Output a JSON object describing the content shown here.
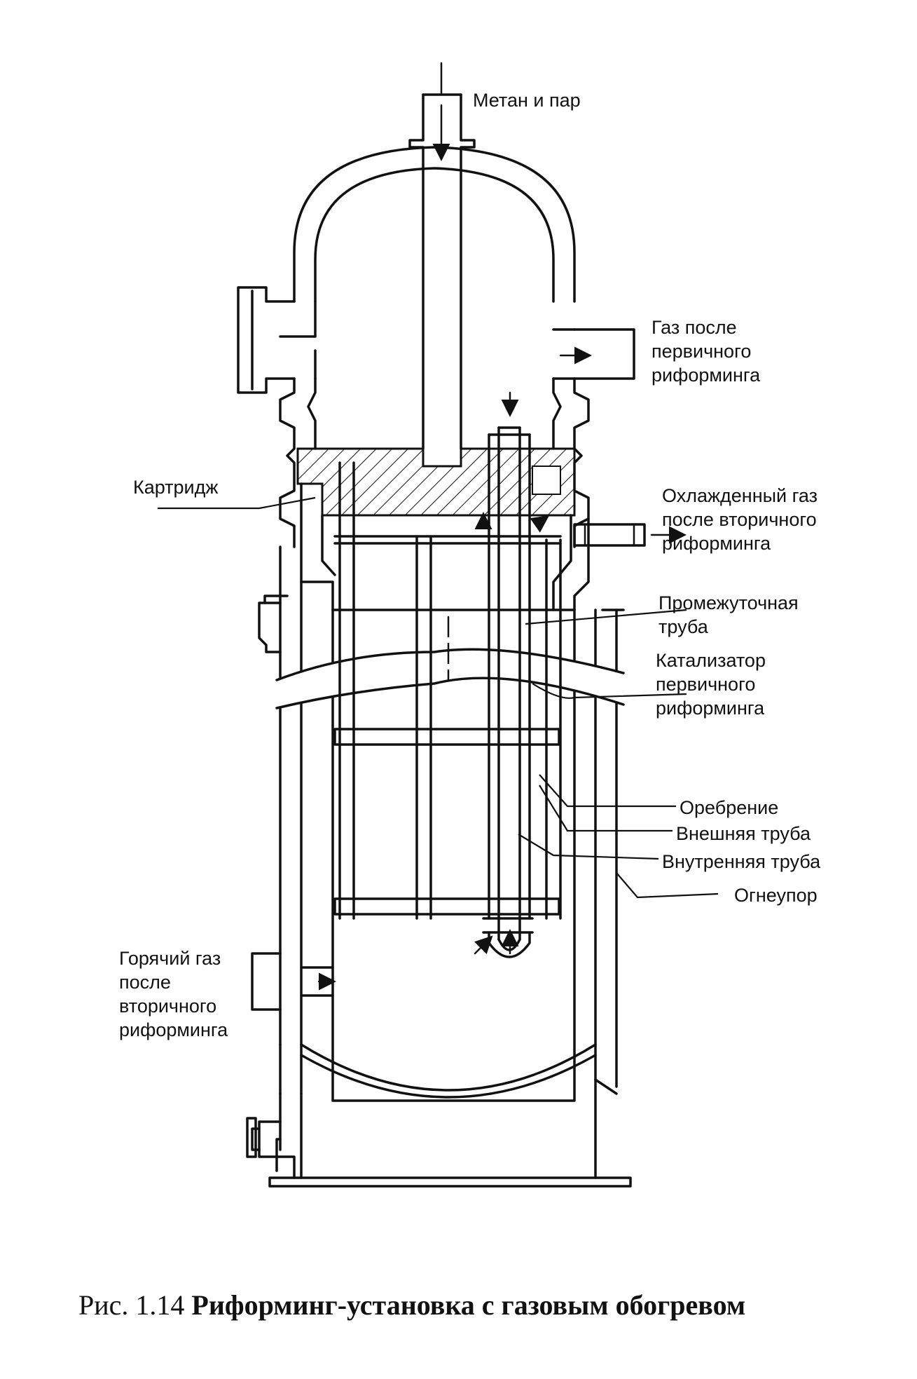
{
  "labels": {
    "methane_steam": "Метан и пар",
    "gas_after_primary": [
      "Газ после",
      "первичного",
      "риформинга"
    ],
    "cartridge": "Картридж",
    "cooled_gas": [
      "Охлажденный газ",
      "после вторичного",
      "риформинга"
    ],
    "intermediate_tube": [
      "Промежуточная",
      "труба"
    ],
    "primary_catalyst": [
      "Катализатор",
      "первичного",
      "риформинга"
    ],
    "finning": "Оребрение",
    "outer_tube": "Внешняя труба",
    "inner_tube": "Внутренняя труба",
    "refractory": "Огнеупор",
    "hot_gas": [
      "Горячий газ",
      "после",
      "вторичного",
      "риформинга"
    ]
  },
  "caption": {
    "number": "Рис. 1.14",
    "title": "Риформинг-установка с газовым обогревом"
  }
}
